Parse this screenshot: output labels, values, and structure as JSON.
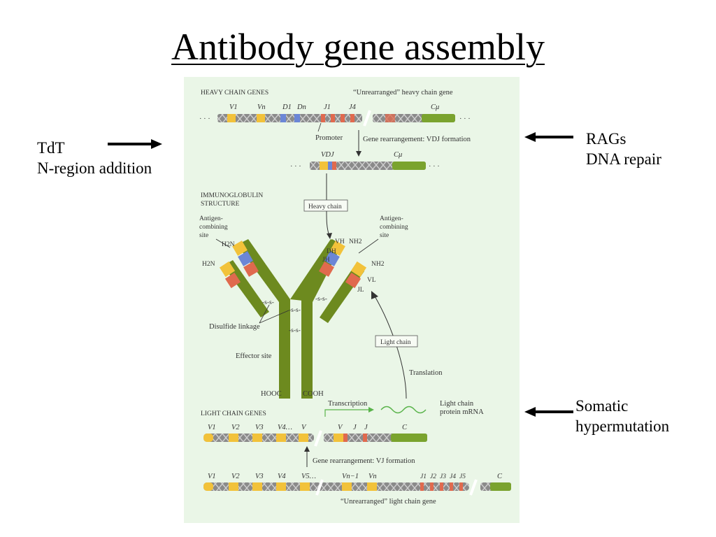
{
  "title": "Antibody gene assembly",
  "left_note": {
    "line1": "TdT",
    "line2": "N-region addition"
  },
  "right_top_note": {
    "line1": "RAGs",
    "line2": "DNA repair"
  },
  "right_bottom_note": {
    "line1": "Somatic",
    "line2": "hypermutation"
  },
  "figure": {
    "heavy_chain_genes": "HEAVY CHAIN GENES",
    "unrearranged_heavy": "“Unrearranged” heavy chain gene",
    "seg_v1": "V1",
    "seg_vn": "Vn",
    "seg_d1": "D1",
    "seg_dn": "Dn",
    "seg_j1": "J1",
    "seg_j4": "J4",
    "seg_cmu": "Cμ",
    "dots": "· · ·",
    "promoter": "Promoter",
    "gene_rearr_vdj": "Gene rearrangement: VDJ formation",
    "vdj": "VDJ",
    "cmu2": "Cμ",
    "immuno_line1": "IMMUNOGLOBULIN",
    "immuno_line2": "STRUCTURE",
    "heavy_chain_box": "Heavy chain",
    "antigen_left_1": "Antigen-",
    "antigen_left_2": "combining",
    "antigen_left_3": "site",
    "antigen_right_1": "Antigen-",
    "antigen_right_2": "combining",
    "antigen_right_3": "site",
    "h2n_a": "H2N",
    "h2n_b": "H2N",
    "vh": "VH",
    "nh2_a": "NH2",
    "dh": "DH",
    "jh": "JH",
    "nh2_b": "NH2",
    "vl": "VL",
    "jl": "JL",
    "ss1": "-s-s-",
    "ss2": "-s-s-",
    "ss3": "-s-s-",
    "ss4": "-s-s-",
    "disulfide": "Disulfide linkage",
    "effector": "Effector site",
    "light_chain_box": "Light chain",
    "translation": "Translation",
    "hooc": "HOOC",
    "cooh": "COOH",
    "transcription": "Transcription",
    "mrna_1": "Light chain",
    "mrna_2": "protein mRNA",
    "light_chain_genes": "LIGHT CHAIN GENES",
    "r_v1": "V1",
    "r_v2": "V2",
    "r_v3": "V3",
    "r_v4": "V4…",
    "r_v": "V",
    "r_v_b": "V",
    "r_j_a": "J",
    "r_j_b": "J",
    "r_c": "C",
    "gene_rearr_vj": "Gene rearrangement: VJ formation",
    "u_v1": "V1",
    "u_v2": "V2",
    "u_v3": "V3",
    "u_v4": "V4",
    "u_v5": "V5…",
    "u_vn1": "Vn−1",
    "u_vn": "Vn",
    "u_j1": "J1",
    "u_j2": "J2",
    "u_j3": "J3",
    "u_j4": "J4",
    "u_j5": "J5",
    "u_c": "C",
    "unrearranged_light": "“Unrearranged” light chain gene"
  },
  "colors": {
    "v_segment": "#f2c23a",
    "d_segment": "#6b86d6",
    "j_segment": "#e06a4e",
    "c_segment": "#7aa32e",
    "chain": "#6d8a1f",
    "figure_bg": "#eaf6e7",
    "mrna": "#59b34a"
  }
}
